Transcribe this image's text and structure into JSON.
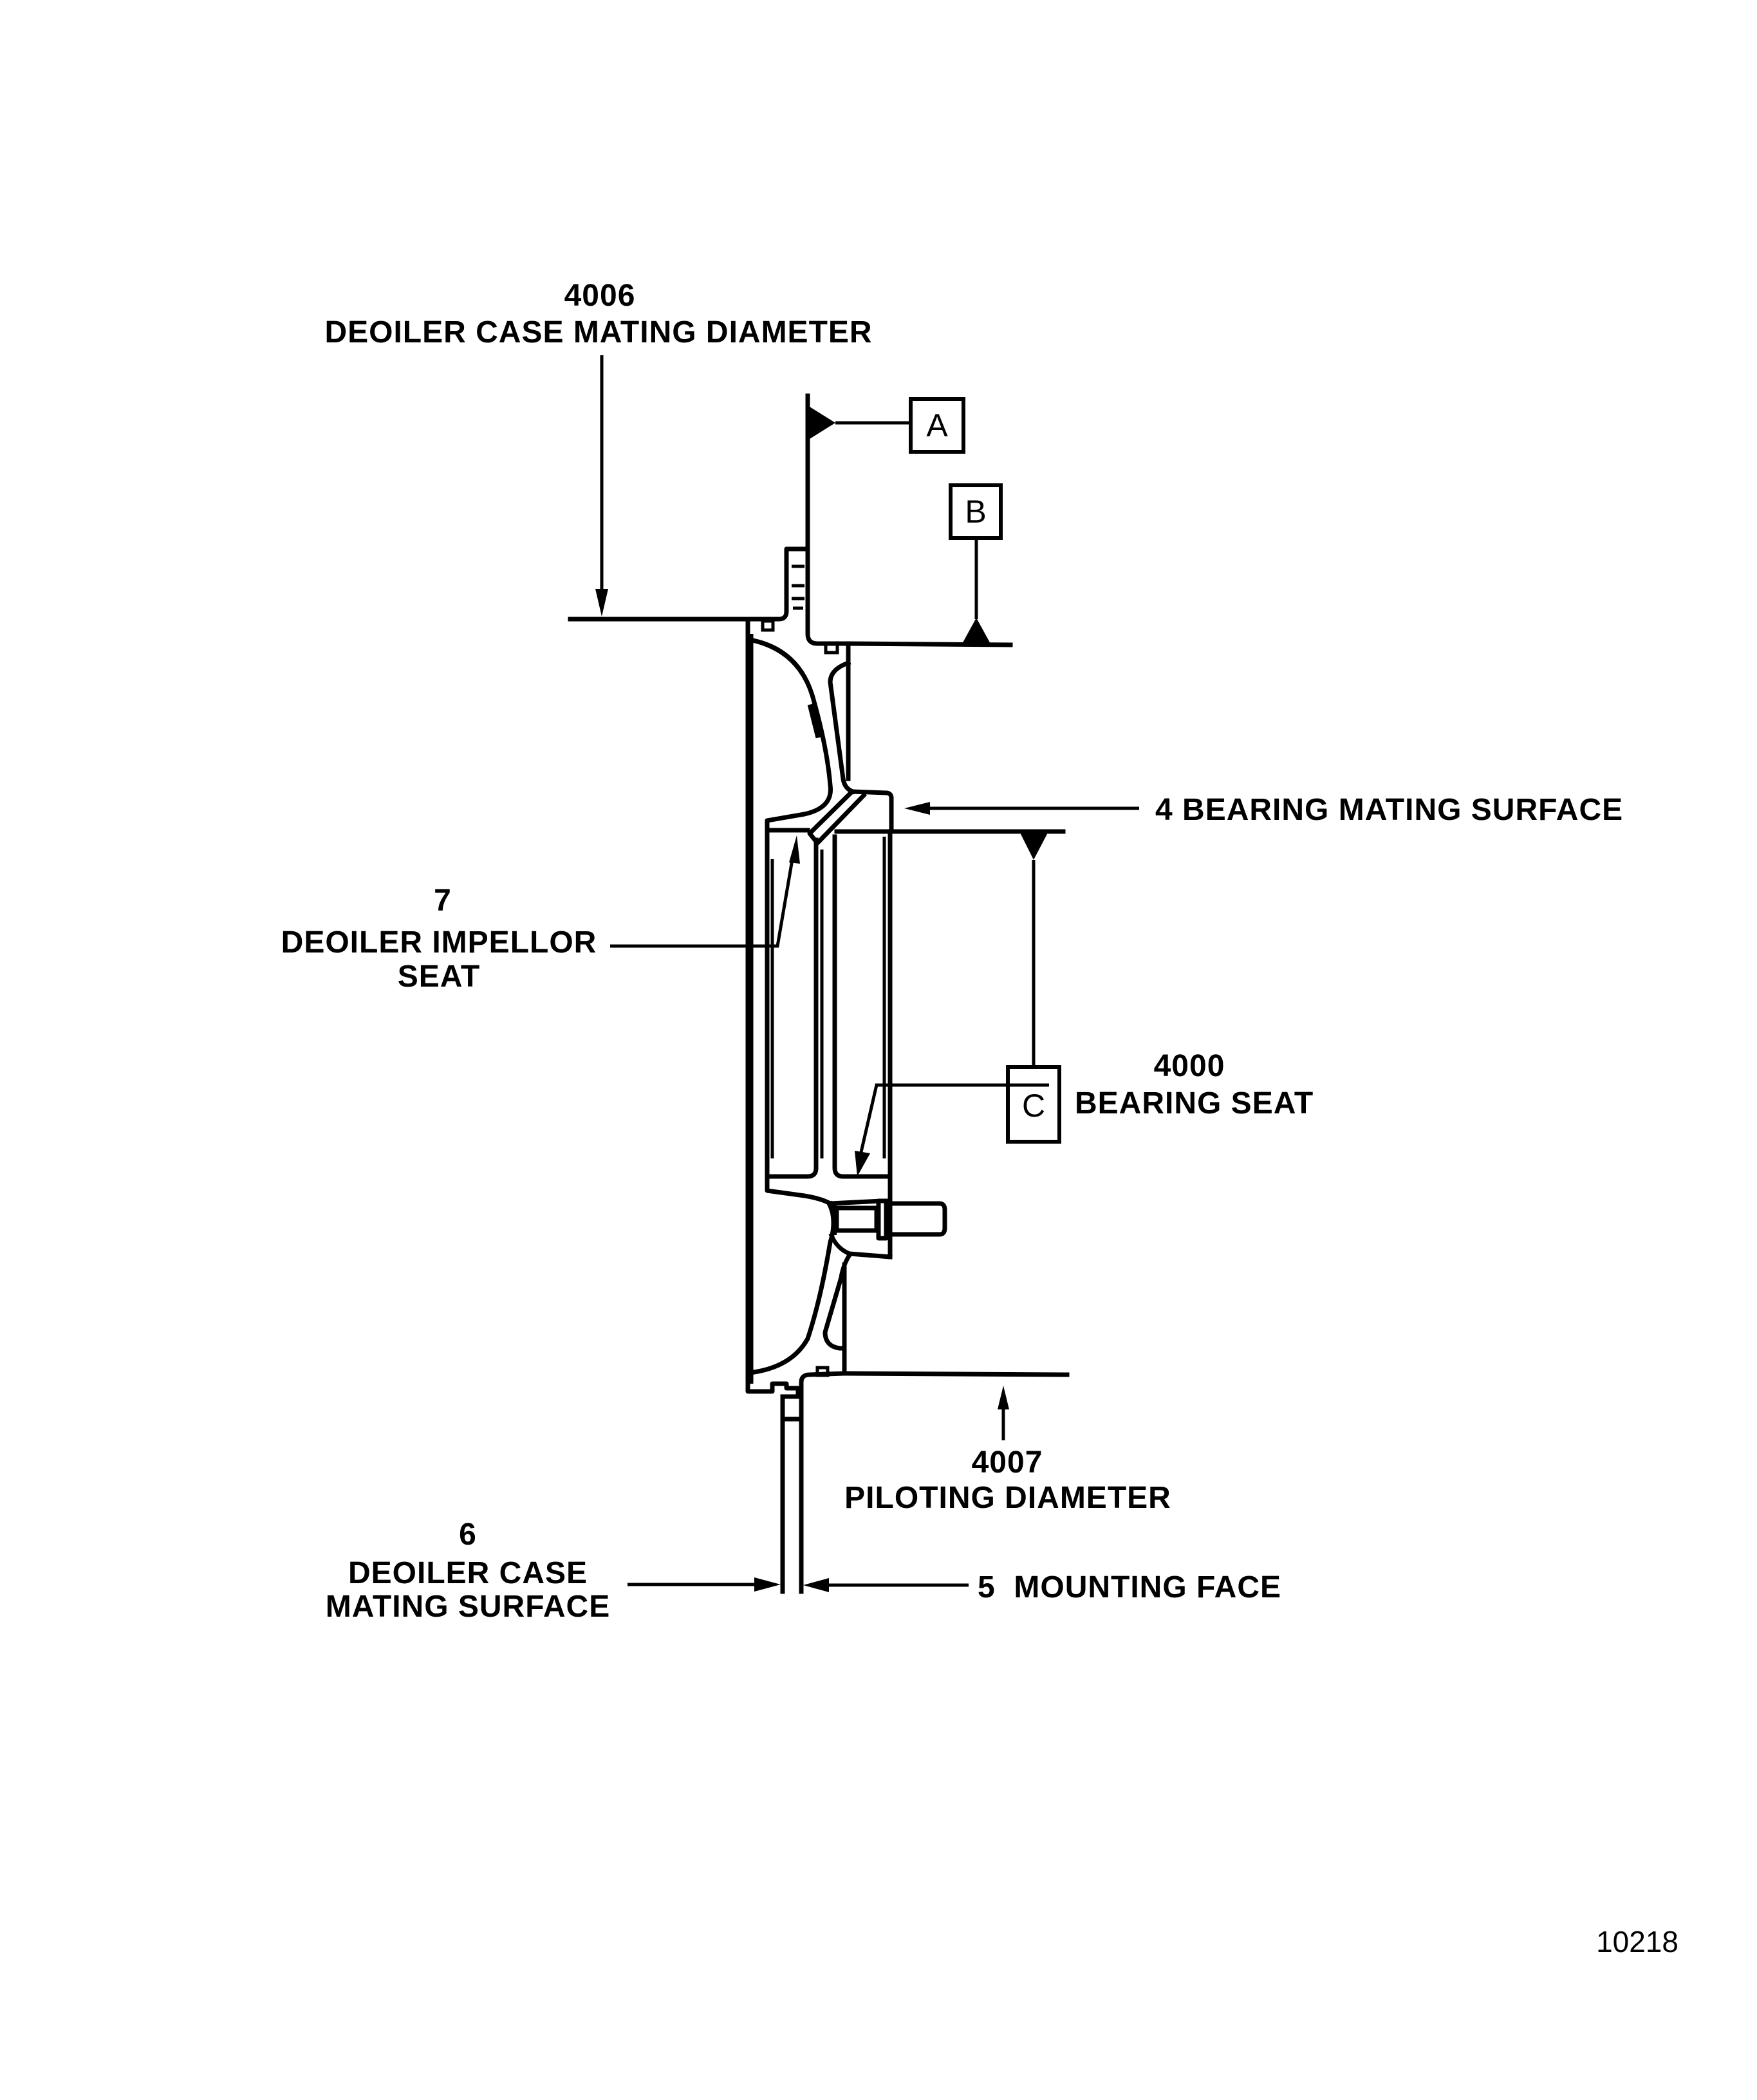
{
  "figure_number": "10218",
  "datums": {
    "a": "A",
    "b": "B",
    "c": "C"
  },
  "callouts": {
    "deoiler_case_mating_diameter": {
      "number": "4006",
      "label": "DEOILER CASE MATING DIAMETER"
    },
    "bearing_mating_surface": {
      "number": "4",
      "label": "BEARING MATING SURFACE",
      "full": "4 BEARING MATING SURFACE"
    },
    "deoiler_impellor_seat": {
      "number": "7",
      "line1": "DEOILER IMPELLOR",
      "line2": "SEAT"
    },
    "bearing_seat": {
      "number": "4000",
      "label": "BEARING SEAT"
    },
    "piloting_diameter": {
      "number": "4007",
      "label": "PILOTING DIAMETER"
    },
    "deoiler_case_mating_surface": {
      "number": "6",
      "line1": "DEOILER CASE",
      "line2": "MATING SURFACE"
    },
    "mounting_face": {
      "number": "5",
      "label": "MOUNTING FACE",
      "full": "5  MOUNTING FACE"
    }
  }
}
